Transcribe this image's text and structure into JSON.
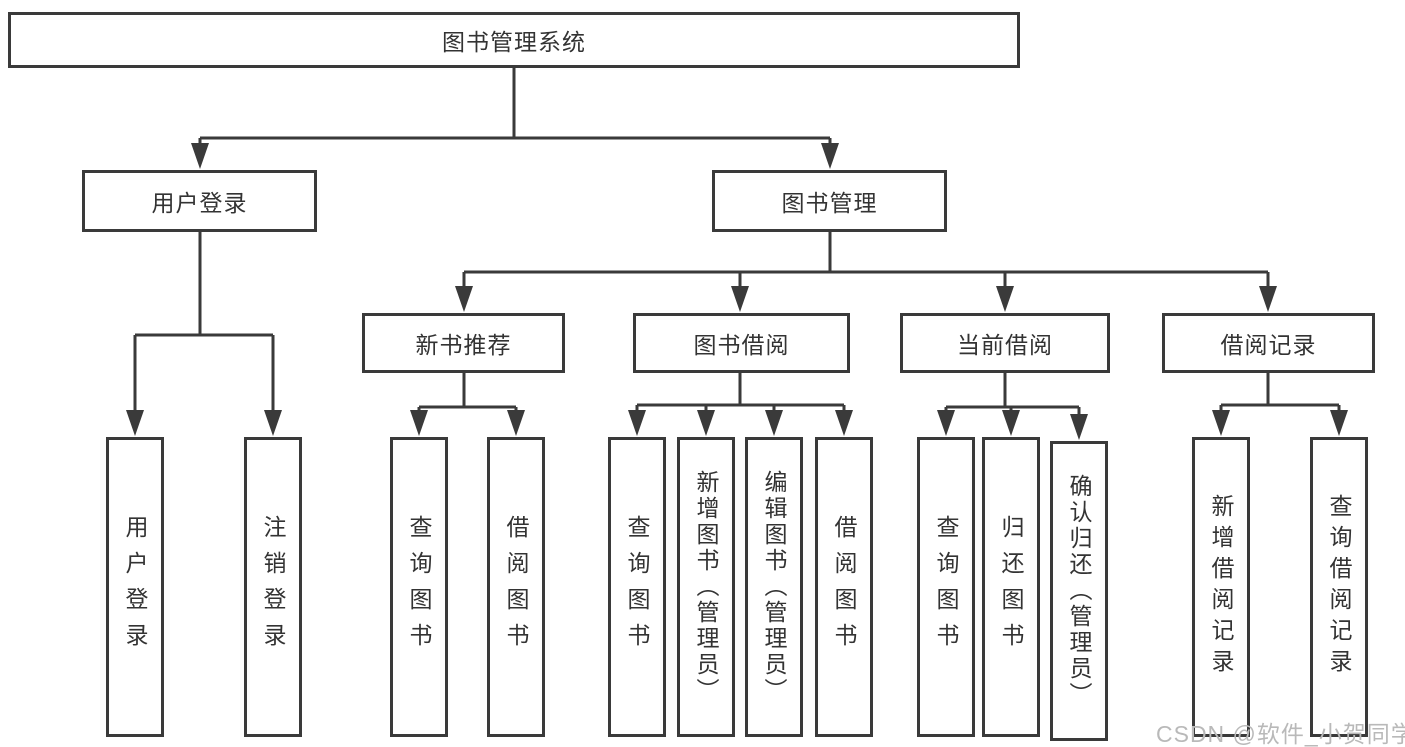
{
  "colors": {
    "line": "#3a3a3a",
    "text": "#333333",
    "watermark": "#b9b9b9",
    "background": "#ffffff"
  },
  "watermark": {
    "text": "CSDN @软件_小贺同学"
  },
  "tree": {
    "label": "图书管理系统",
    "children": [
      {
        "label": "用户登录",
        "children": [
          {
            "label": "用户登录"
          },
          {
            "label": "注销登录"
          }
        ]
      },
      {
        "label": "图书管理",
        "children": [
          {
            "label": "新书推荐",
            "children": [
              {
                "label": "查询图书"
              },
              {
                "label": "借阅图书"
              }
            ]
          },
          {
            "label": "图书借阅",
            "children": [
              {
                "label": "查询图书"
              },
              {
                "label": "新增图书（管理员）"
              },
              {
                "label": "编辑图书（管理员）"
              },
              {
                "label": "借阅图书"
              }
            ]
          },
          {
            "label": "当前借阅",
            "children": [
              {
                "label": "查询图书"
              },
              {
                "label": "归还图书"
              },
              {
                "label": "确认归还（管理员）"
              }
            ]
          },
          {
            "label": "借阅记录",
            "children": [
              {
                "label": "新增借阅记录"
              },
              {
                "label": "查询借阅记录"
              }
            ]
          }
        ]
      }
    ]
  }
}
